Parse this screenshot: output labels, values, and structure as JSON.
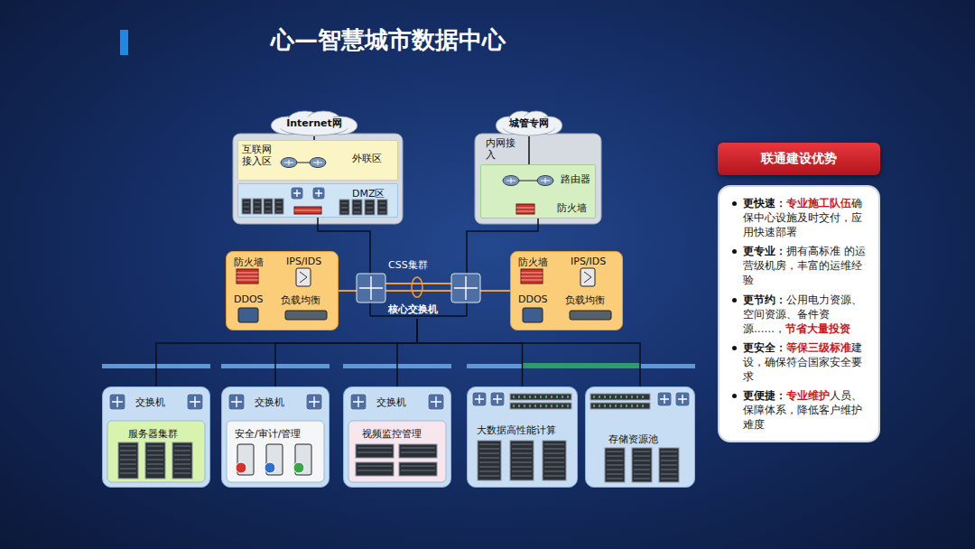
{
  "diagram": {
    "title": "心—智慧城市数据中心",
    "nodes": [
      {
        "text": [
          "Internet网"
        ]
      },
      {
        "text": [
          "城管专网"
        ]
      },
      {
        "text": [
          "互联网接入区",
          "外联区"
        ]
      },
      {
        "text": [
          "DMZ区"
        ]
      },
      {
        "text": [
          "内网接入",
          "路由器",
          "防火墙"
        ]
      },
      {
        "text": [
          "防火墙",
          "IPS/IDS",
          "DDOS",
          "负载均衡"
        ]
      },
      {
        "text": [
          "防火墙",
          "IPS/IDS",
          "DDOS",
          "负载均衡"
        ]
      },
      {
        "text": [
          "CSS集群",
          "核心交换机"
        ]
      },
      {
        "text": [
          "交换机",
          "服务器集群"
        ]
      },
      {
        "text": [
          "交换机",
          "安全/审计/管理"
        ]
      },
      {
        "text": [
          "交换机",
          "视频监控管理"
        ]
      },
      {
        "text": [
          "大数据高性能计算"
        ]
      },
      {
        "text": [
          "存储资源池"
        ]
      },
      {
        "text": [
          "联通建设优势"
        ]
      },
      {
        "text": [
          "更快速：",
          "专业施工队伍",
          "确保中心设施及时交付，应用快速部署",
          "更专业：",
          "拥有高标准 的运营级机房，丰富的运维经验",
          "更节约：",
          "公用电力资源、空间资源、备件资源……，",
          "节省大量投资",
          "更安全：",
          "等保三级标准",
          "建设，确保符合国家安全要求",
          "更便捷：",
          "专业维护",
          "人员、保障体系，降低客户维护难度"
        ]
      }
    ],
    "edges": [
      {
        "from": 0,
        "to": 2,
        "arrow": "none"
      },
      {
        "from": 1,
        "to": 4,
        "arrow": "none"
      },
      {
        "from": 3,
        "to": 7,
        "arrow": "none"
      },
      {
        "from": 4,
        "to": 7,
        "arrow": "none"
      },
      {
        "from": 5,
        "to": 7,
        "arrow": "none"
      },
      {
        "from": 6,
        "to": 7,
        "arrow": "none"
      },
      {
        "from": 7,
        "to": 8,
        "arrow": "none"
      },
      {
        "from": 7,
        "to": 9,
        "arrow": "none"
      },
      {
        "from": 7,
        "to": 10,
        "arrow": "none"
      },
      {
        "from": 7,
        "to": 11,
        "arrow": "none"
      },
      {
        "from": 7,
        "to": 12,
        "arrow": "none"
      }
    ]
  }
}
